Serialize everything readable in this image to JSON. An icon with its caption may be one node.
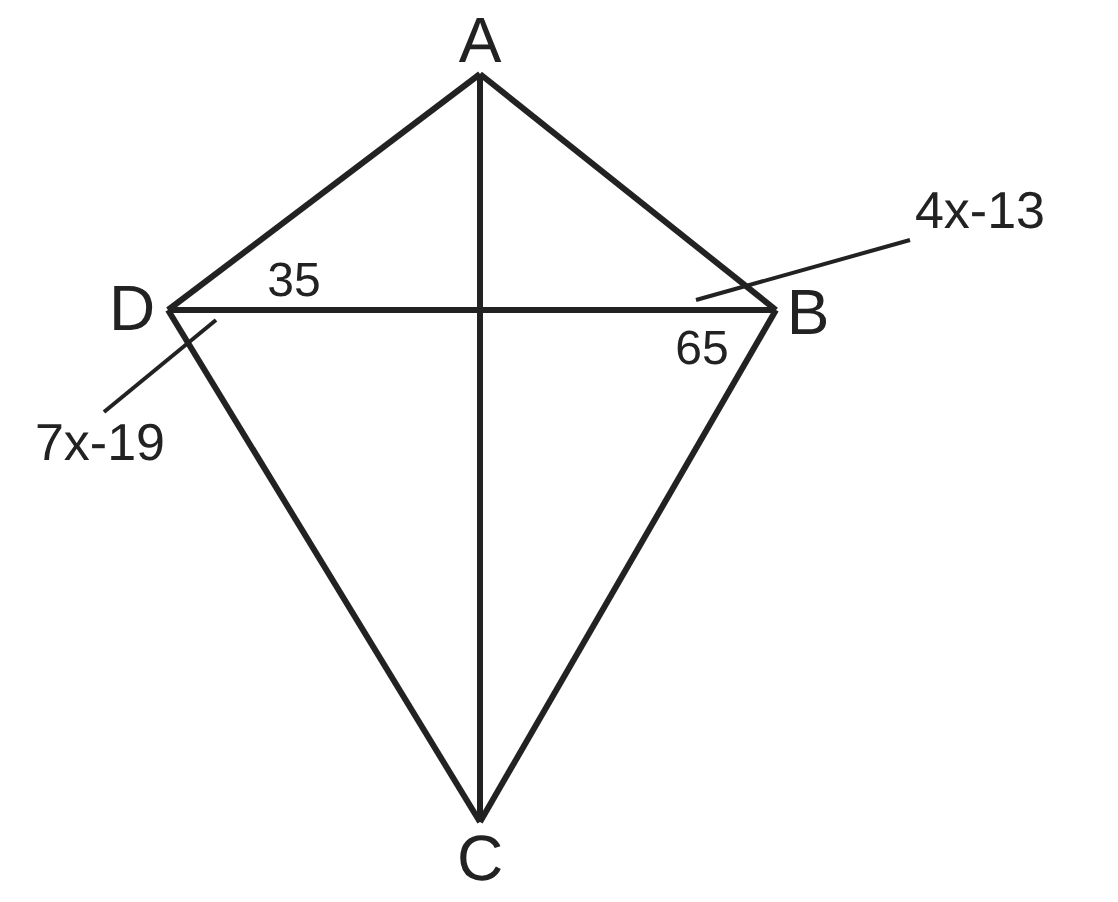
{
  "diagram": {
    "nodes": [
      {
        "text": [
          "A"
        ]
      },
      {
        "text": [
          "B"
        ]
      },
      {
        "text": [
          "C"
        ]
      },
      {
        "text": [
          "D"
        ]
      },
      {
        "text": [
          "4x-13"
        ]
      },
      {
        "text": [
          "7x-19"
        ]
      }
    ],
    "edges": [
      {
        "from": 0,
        "to": 1,
        "arrow": "none"
      },
      {
        "from": 1,
        "to": 2,
        "arrow": "none"
      },
      {
        "from": 2,
        "to": 3,
        "arrow": "none"
      },
      {
        "from": 3,
        "to": 0,
        "arrow": "none"
      },
      {
        "from": 0,
        "to": 2,
        "arrow": "none"
      },
      {
        "from": 3,
        "to": 1,
        "arrow": "none"
      },
      {
        "from": 4,
        "to": null,
        "arrow": "none"
      },
      {
        "from": 5,
        "to": null,
        "arrow": "none"
      }
    ],
    "labels": [
      "35",
      "65"
    ]
  }
}
